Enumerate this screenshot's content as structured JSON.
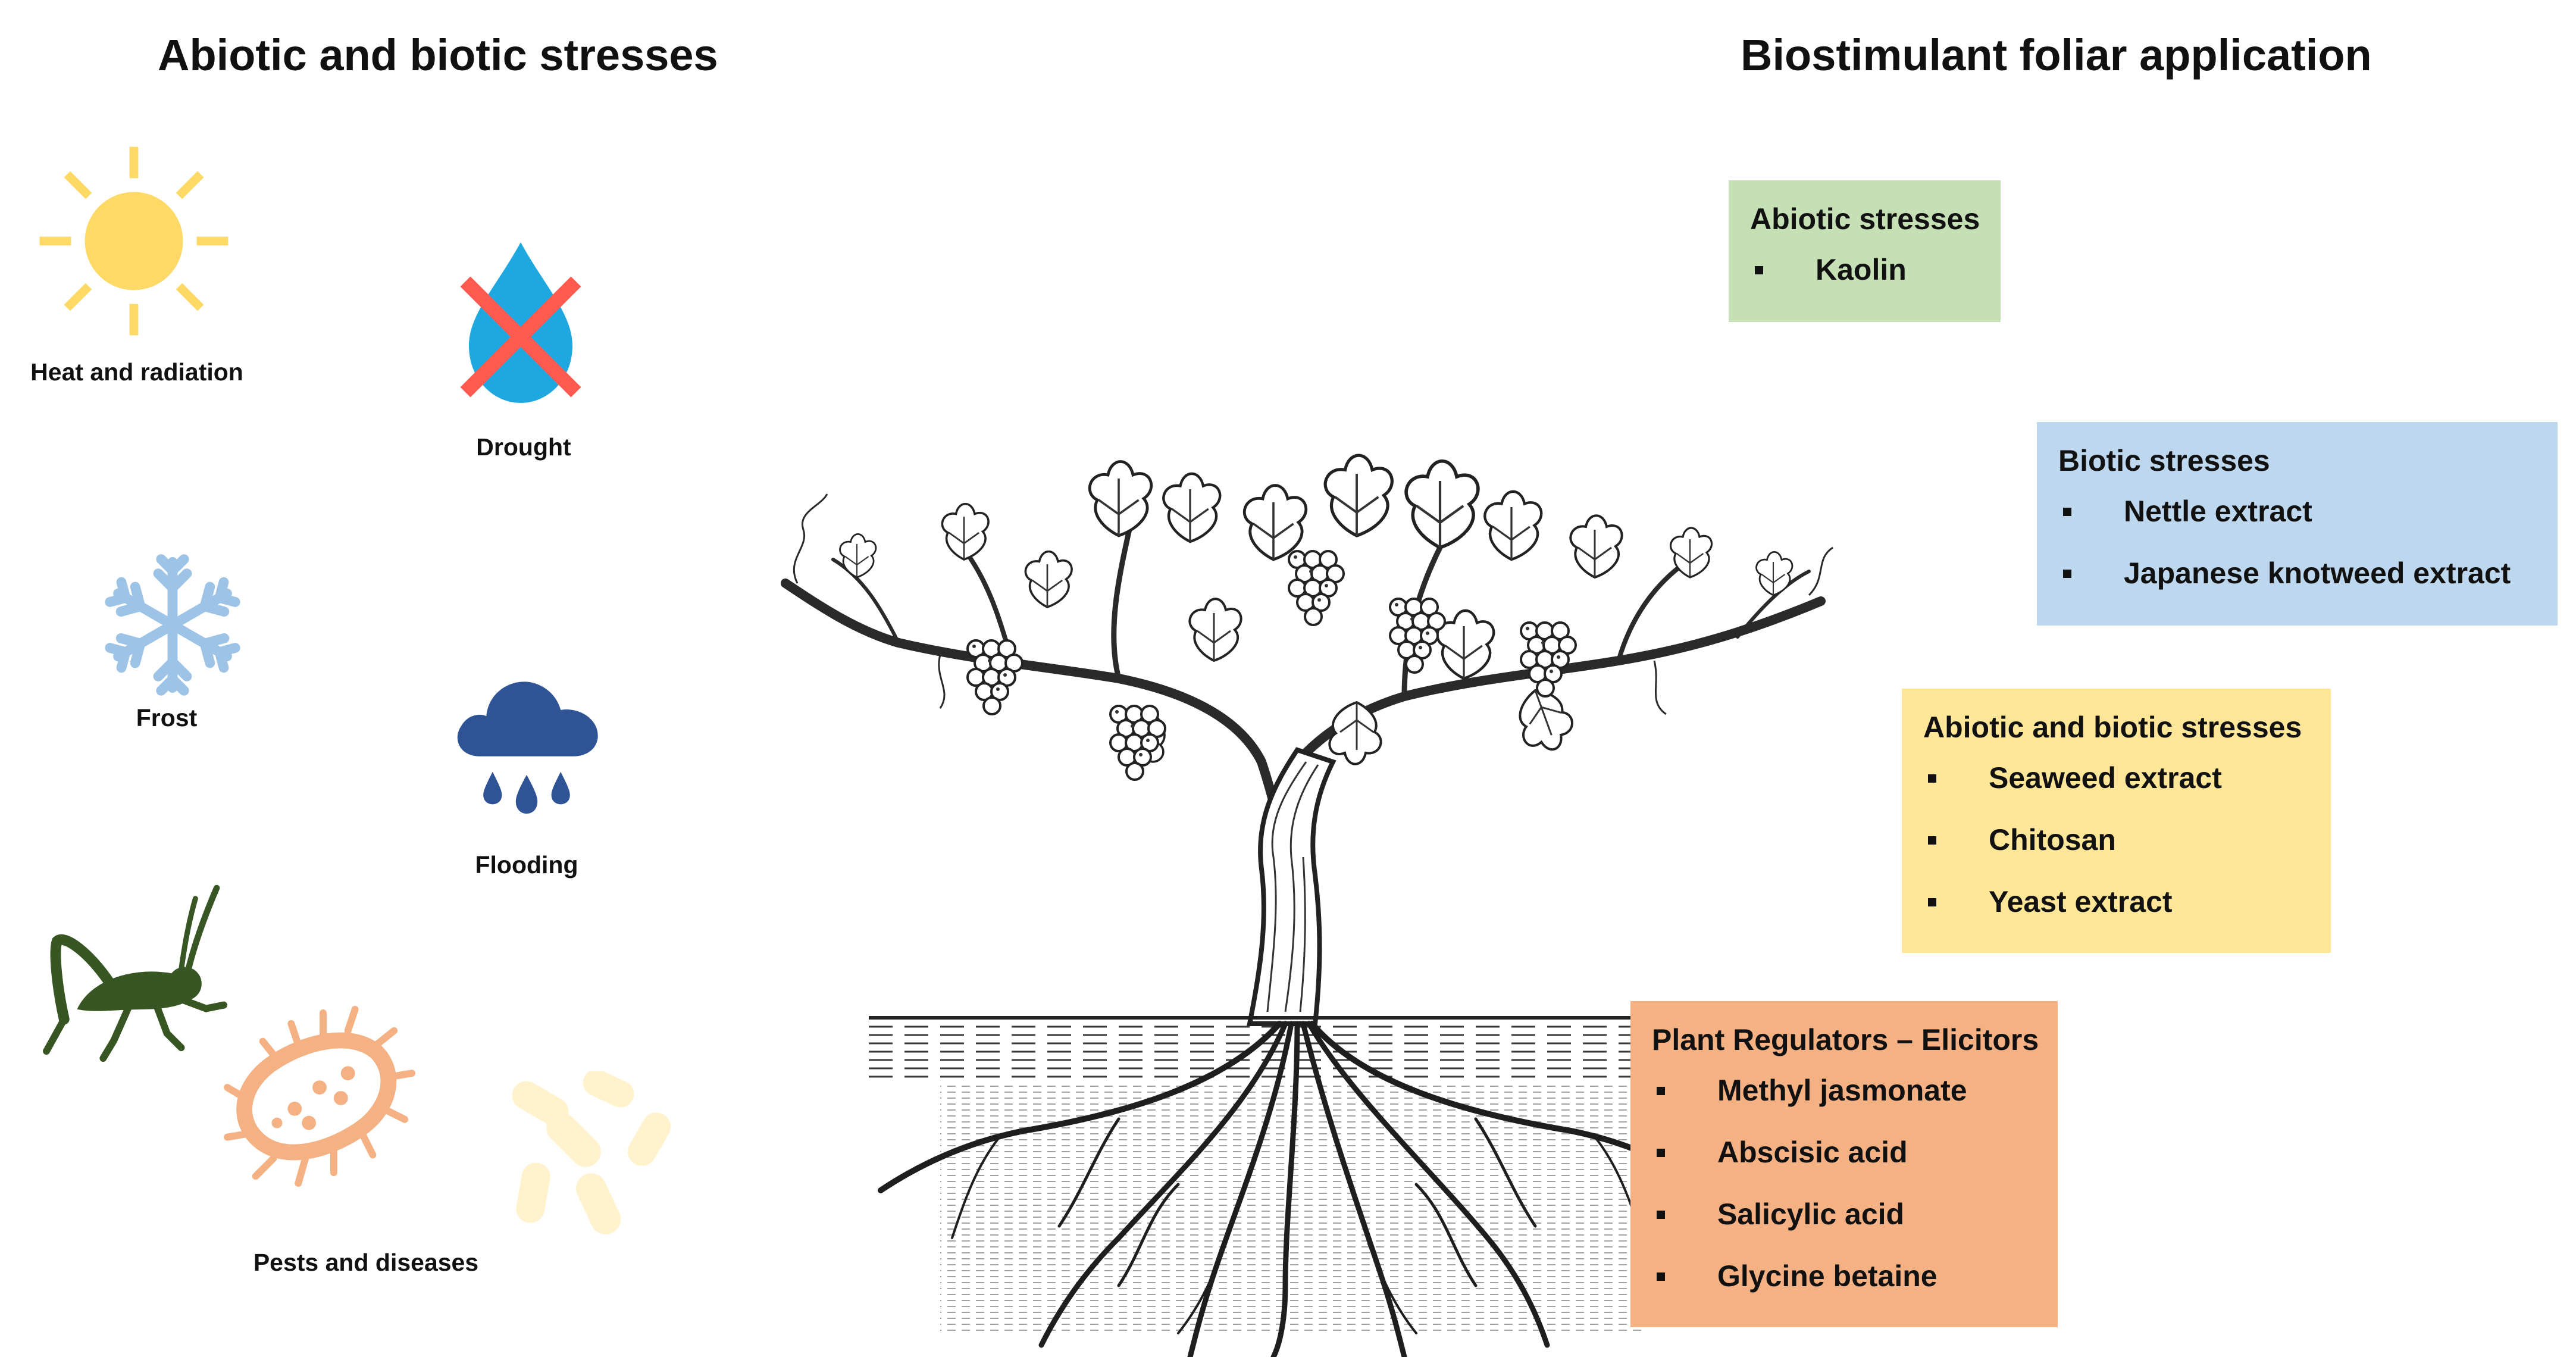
{
  "headings": {
    "left": "Abiotic and biotic stresses",
    "right": "Biostimulant foliar application"
  },
  "stresses": {
    "heat": {
      "label": "Heat and radiation",
      "icon": "sun-icon"
    },
    "drought": {
      "label": "Drought",
      "icon": "crossed-water-drop-icon"
    },
    "frost": {
      "label": "Frost",
      "icon": "snowflake-icon"
    },
    "flooding": {
      "label": "Flooding",
      "icon": "rain-cloud-icon"
    },
    "pests": {
      "label": "Pests and diseases",
      "icons": [
        "grasshopper-icon",
        "bacterium-icon",
        "bacilli-icon"
      ]
    }
  },
  "boxes": [
    {
      "title": "Abiotic stresses",
      "items": [
        "Kaolin"
      ],
      "color": "#c5e0b4"
    },
    {
      "title": "Biotic stresses",
      "items": [
        "Nettle extract",
        "Japanese knotweed extract"
      ],
      "color": "#bdd7ee"
    },
    {
      "title": "Abiotic and biotic stresses",
      "items": [
        "Seaweed extract",
        "Chitosan",
        "Yeast extract"
      ],
      "color": "#ffe699"
    },
    {
      "title": "Plant Regulators – Elicitors",
      "items": [
        "Methyl jasmonate",
        "Abscisic acid",
        "Salicylic acid",
        "Glycine betaine"
      ],
      "color": "#f4b183"
    }
  ],
  "colors": {
    "sun": "#ffd966",
    "water": "#1fa8e0",
    "cross": "#ff5a4f",
    "snow": "#9dc3e6",
    "cloud": "#2f5496",
    "grasshopper": "#375623",
    "bacterium": "#f4b183",
    "bacilli": "#fff2cc",
    "vine": "#2a2a2a"
  }
}
